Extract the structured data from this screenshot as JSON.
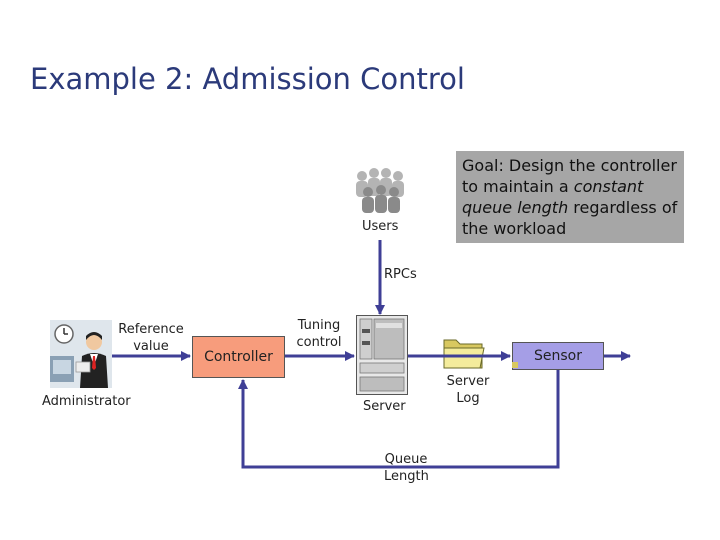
{
  "title": "Example 2: Admission Control",
  "goal": {
    "prefix": "Goal: Design the controller to maintain a ",
    "emphasis": "constant queue length",
    "suffix": " regardless of the workload"
  },
  "labels": {
    "users": "Users",
    "rpcs": "RPCs",
    "reference_value_line1": "Reference",
    "reference_value_line2": "value",
    "administrator": "Administrator",
    "controller": "Controller",
    "tuning_control_line1": "Tuning",
    "tuning_control_line2": "control",
    "server": "Server",
    "server_log_line1": "Server",
    "server_log_line2": "Log",
    "sensor": "Sensor",
    "queue_length_line1": "Queue",
    "queue_length_line2": "Length"
  },
  "colors": {
    "title": "#2b3a7a",
    "wire": "#3f3f96",
    "controller_fill": "#f79c7c",
    "sensor_fill": "#a59ee6",
    "goal_fill": "#a6a6a6"
  },
  "icons": {
    "users": "users-crowd-icon",
    "administrator": "administrator-icon",
    "server": "server-tower-icon",
    "server_log": "folder-icon"
  }
}
